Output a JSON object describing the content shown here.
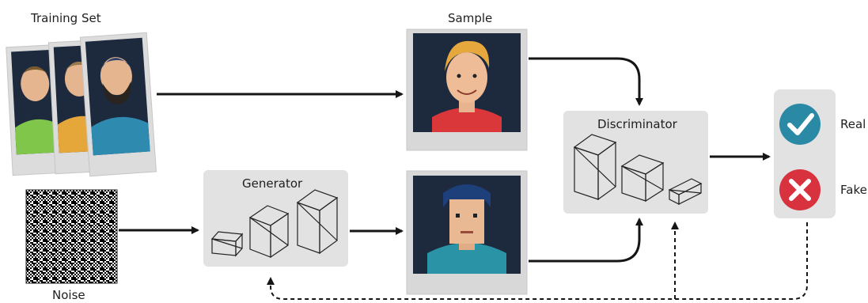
{
  "labels": {
    "training_set": "Training Set",
    "sample": "Sample",
    "noise": "Noise",
    "generator": "Generator",
    "discriminator": "Discriminator",
    "real": "Real",
    "fake": "Fake"
  },
  "colors": {
    "arrow": "#151515",
    "panel": "#e2e2e2",
    "photo_bg": "#1d2a3e",
    "real_badge": "#2a8aa5",
    "fake_badge": "#d8323e"
  },
  "icons": {
    "real": "checkmark-icon",
    "fake": "cross-icon"
  }
}
